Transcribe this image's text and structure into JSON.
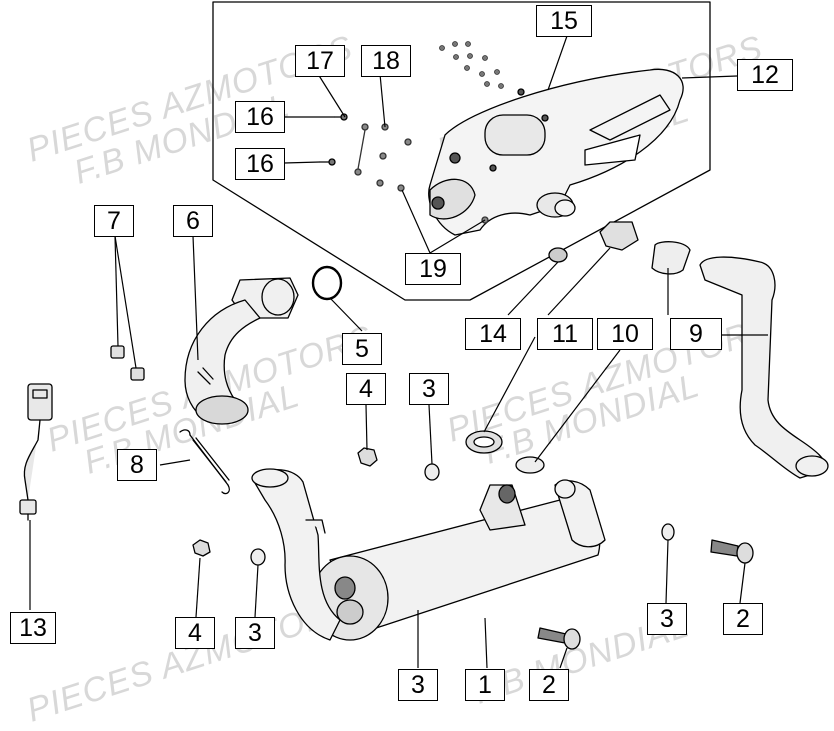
{
  "watermark": {
    "line1": "PIECES AZMOTORS",
    "line2": "F.B MONDIAL"
  },
  "callouts": [
    {
      "id": "c1",
      "number": "1"
    },
    {
      "id": "c2a",
      "number": "2"
    },
    {
      "id": "c2b",
      "number": "2"
    },
    {
      "id": "c3a",
      "number": "3"
    },
    {
      "id": "c3b",
      "number": "3"
    },
    {
      "id": "c3c",
      "number": "3"
    },
    {
      "id": "c3d",
      "number": "3"
    },
    {
      "id": "c4a",
      "number": "4"
    },
    {
      "id": "c4b",
      "number": "4"
    },
    {
      "id": "c5",
      "number": "5"
    },
    {
      "id": "c6",
      "number": "6"
    },
    {
      "id": "c7",
      "number": "7"
    },
    {
      "id": "c8",
      "number": "8"
    },
    {
      "id": "c9",
      "number": "9"
    },
    {
      "id": "c10",
      "number": "10"
    },
    {
      "id": "c11",
      "number": "11"
    },
    {
      "id": "c12",
      "number": "12"
    },
    {
      "id": "c13",
      "number": "13"
    },
    {
      "id": "c14",
      "number": "14"
    },
    {
      "id": "c15",
      "number": "15"
    },
    {
      "id": "c16a",
      "number": "16"
    },
    {
      "id": "c16b",
      "number": "16"
    },
    {
      "id": "c17",
      "number": "17"
    },
    {
      "id": "c18",
      "number": "18"
    },
    {
      "id": "c19",
      "number": "19"
    }
  ]
}
